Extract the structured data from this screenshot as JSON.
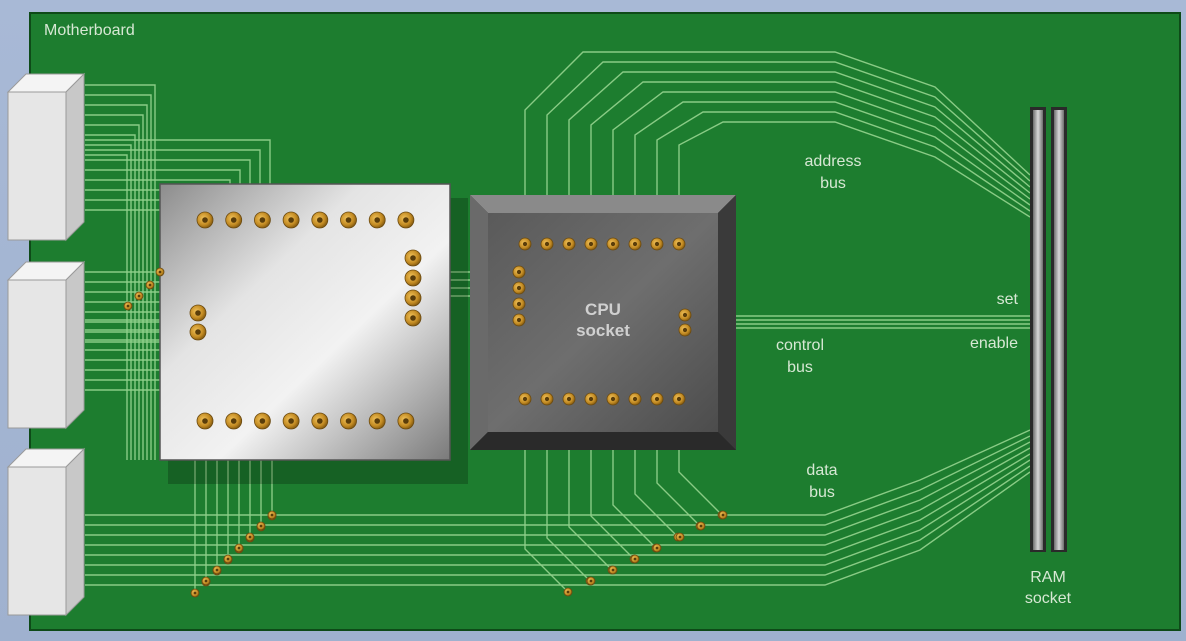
{
  "board": {
    "label": "Motherboard"
  },
  "cpu": {
    "label_line1": "CPU",
    "label_line2": "socket"
  },
  "ram": {
    "label_line1": "RAM",
    "label_line2": "socket"
  },
  "buses": {
    "address": {
      "line1": "address",
      "line2": "bus"
    },
    "control": {
      "line1": "control",
      "line2": "bus"
    },
    "data": {
      "line1": "data",
      "line2": "bus"
    }
  },
  "control_signals": {
    "set": "set",
    "enable": "enable"
  },
  "colors": {
    "board": "#1d7d2f",
    "trace": "#8fd08a",
    "pin": "#c8922a",
    "cpu": "#4a4a4a",
    "chip": "#d8d8d8"
  }
}
